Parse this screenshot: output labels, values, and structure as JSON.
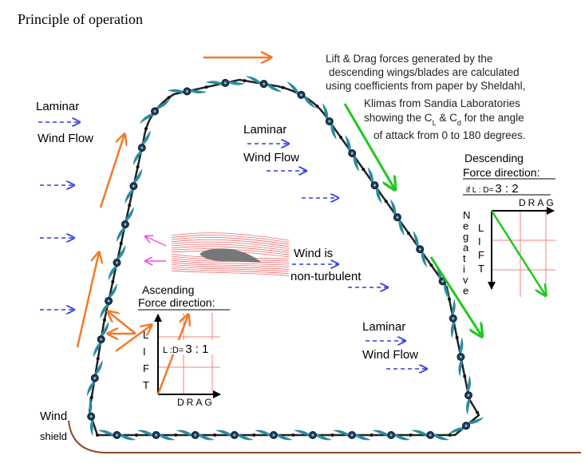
{
  "title": "Principle of operation",
  "flow_labels": {
    "left": [
      "Laminar",
      "Wind Flow"
    ],
    "center": [
      "Laminar",
      "Wind Flow"
    ],
    "bottom_right": [
      "Laminar",
      "Wind Flow"
    ]
  },
  "description": [
    "Lift & Drag forces generated by the",
    "descending wings/blades are calculated",
    "using coefficients from paper by Sheldahl,",
    "Klimas  from Sandia Laboratories",
    "showing the C",
    "L",
    " & C",
    "d",
    " for the angle",
    "of attack from 0 to 180 degrees."
  ],
  "wind": {
    "line1": "Wind is",
    "line2": "non-turbulent"
  },
  "descending": {
    "title1": "Descending",
    "title2": "Force direction:",
    "ratio_prefix": "if L : D=",
    "ratio_value": "3 : 2",
    "drag_label": "DRAG",
    "negative_label": "Negative",
    "lift_label": "LIFT"
  },
  "ascending": {
    "title1": "Ascending",
    "title2": "Force direction:",
    "ratio_prefix": "L :D=",
    "ratio_value": "3 : 1",
    "drag_label": "DRAG",
    "lift_label": "LIFT"
  },
  "windshield": [
    "Wind",
    "shield"
  ],
  "colors": {
    "flow_arrow": "#2f3fe0",
    "orange_arrow": "#f07a2a",
    "green_arrow": "#1ec81e",
    "magenta_arrow": "#ee55dd",
    "blade": "#2a8c9e",
    "hub": "#1f3a5a",
    "grid": "#f08080",
    "ground": "#8b4a26"
  }
}
